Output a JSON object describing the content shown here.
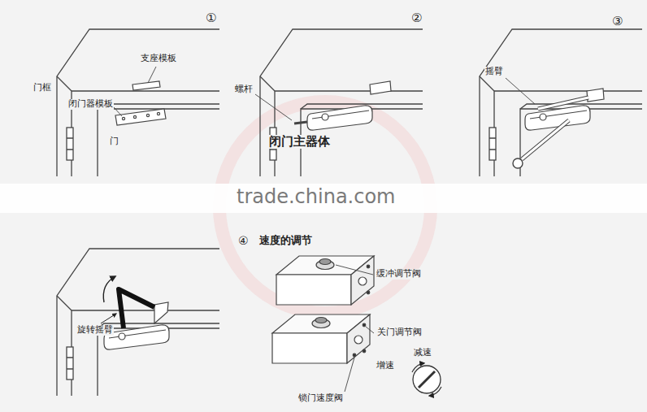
{
  "diagram": {
    "labels": [
      "门框",
      "支座模板",
      "闭门器模板",
      "门",
      "①",
      "②",
      "③",
      "螺杆",
      "闭门主器体",
      "摇臂",
      "旋转摇臂",
      "④",
      "速度的调节",
      "缓冲调节阀",
      "关门调节阀",
      "减速",
      "增速",
      "锁门速度阀",
      "trade.china.com"
    ]
  }
}
